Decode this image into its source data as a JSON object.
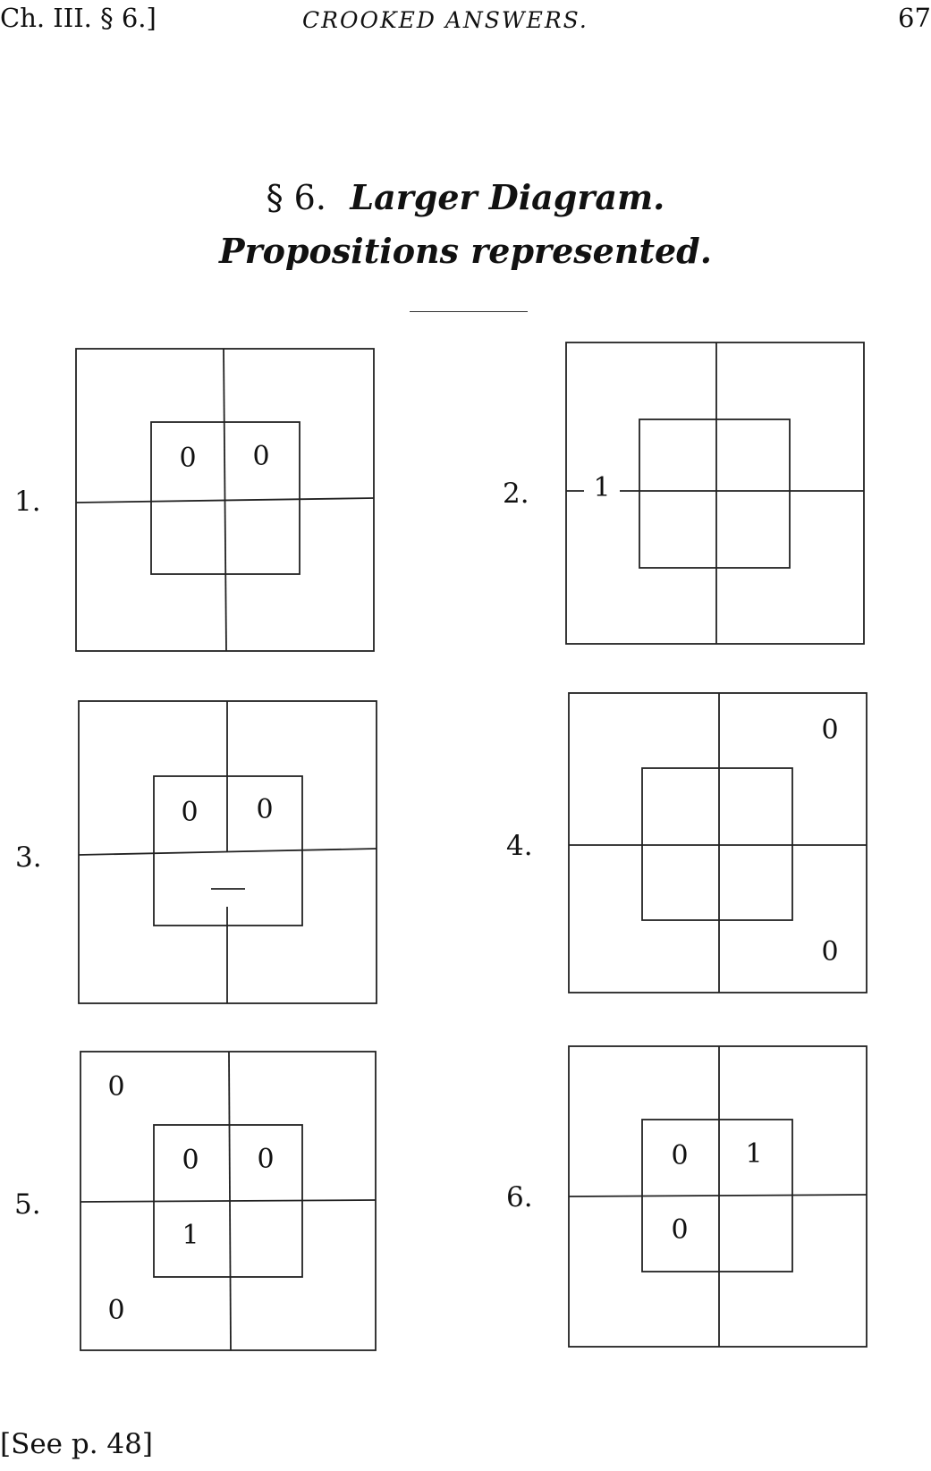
{
  "header": {
    "left": "Ch. III. § 6.]",
    "center": "CROOKED ANSWERS.",
    "right": "67"
  },
  "title": {
    "section": "§ 6.",
    "line1": "Larger Diagram.",
    "line2": "Propositions represented."
  },
  "diagrams": [
    {
      "label": "1.",
      "cells": {
        "inner_tl": "0",
        "inner_tr": "0",
        "inner_bl": "",
        "inner_br": "",
        "outer_tl": "",
        "outer_bl": "",
        "left_mid": ""
      }
    },
    {
      "label": "2.",
      "cells": {
        "inner_tl": "",
        "inner_tr": "",
        "inner_bl": "",
        "inner_br": "",
        "outer_tl": "",
        "outer_bl": "",
        "left_mid": "1"
      }
    },
    {
      "label": "3.",
      "cells": {
        "inner_tl": "0",
        "inner_tr": "0",
        "inner_bl": "",
        "inner_br": "",
        "outer_tl": "",
        "outer_bl": "",
        "left_mid": "",
        "bottom_dash": "—"
      }
    },
    {
      "label": "4.",
      "cells": {
        "inner_tl": "",
        "inner_tr": "",
        "inner_bl": "",
        "inner_br": "",
        "outer_tr": "0",
        "outer_br": "0"
      }
    },
    {
      "label": "5.",
      "cells": {
        "inner_tl": "0",
        "inner_tr": "0",
        "inner_bl": "1",
        "inner_br": "",
        "outer_tl": "0",
        "outer_bl": "0"
      }
    },
    {
      "label": "6.",
      "cells": {
        "inner_tl": "0",
        "inner_tr": "1",
        "inner_bl": "0",
        "inner_br": ""
      }
    }
  ],
  "footer": "[See p. 48]"
}
